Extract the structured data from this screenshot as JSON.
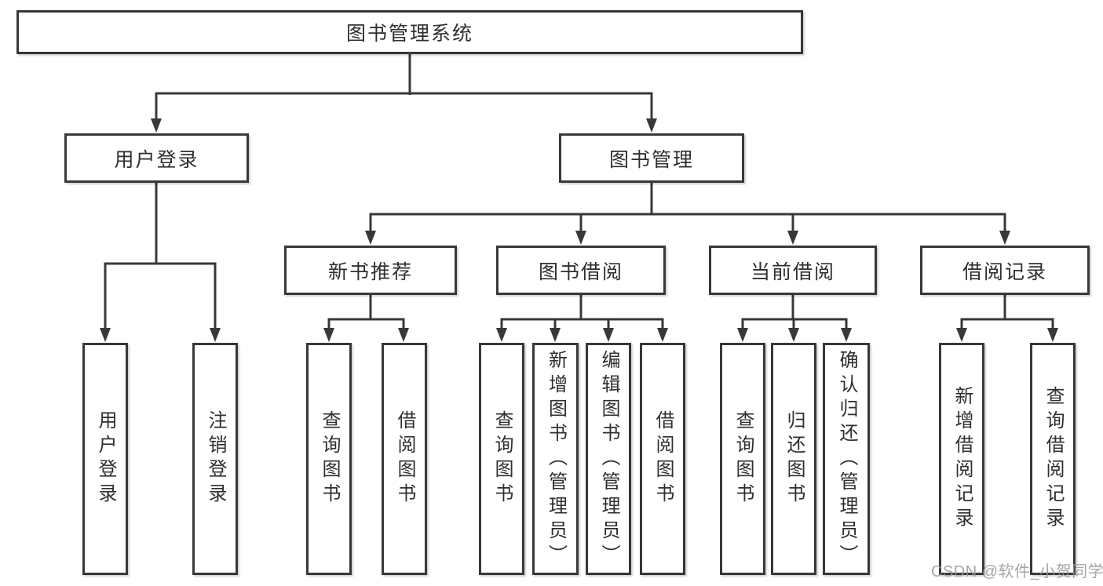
{
  "colors": {
    "canvas_background": "#ffffff",
    "box_background": "#ffffff",
    "box_border": "#383838",
    "connector_line": "#383838",
    "text": "#2f2f2f",
    "watermark": "#969696"
  },
  "tree": {
    "root": {
      "label": "图书管理系统"
    },
    "children": [
      {
        "label": "用户登录",
        "children": [
          {
            "label": "用户登录"
          },
          {
            "label": "注销登录"
          }
        ]
      },
      {
        "label": "图书管理",
        "children": [
          {
            "label": "新书推荐",
            "children": [
              {
                "label": "查询图书"
              },
              {
                "label": "借阅图书"
              }
            ]
          },
          {
            "label": "图书借阅",
            "children": [
              {
                "label": "查询图书"
              },
              {
                "label": "新增图书（管理员）"
              },
              {
                "label": "编辑图书（管理员）"
              },
              {
                "label": "借阅图书"
              }
            ]
          },
          {
            "label": "当前借阅",
            "children": [
              {
                "label": "查询图书"
              },
              {
                "label": "归还图书"
              },
              {
                "label": "确认归还（管理员）"
              }
            ]
          },
          {
            "label": "借阅记录",
            "children": [
              {
                "label": "新增借阅记录"
              },
              {
                "label": "查询借阅记录"
              }
            ]
          }
        ]
      }
    ]
  },
  "watermark": {
    "text": "CSDN @软件_小贺同学"
  }
}
